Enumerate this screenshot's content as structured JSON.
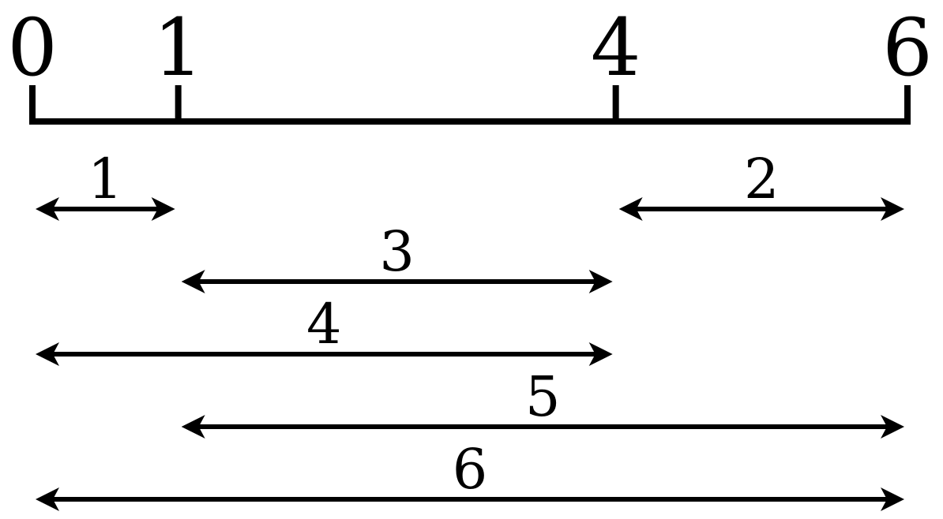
{
  "ruler": {
    "marks": [
      {
        "value": 0,
        "label": "0"
      },
      {
        "value": 1,
        "label": "1"
      },
      {
        "value": 4,
        "label": "4"
      },
      {
        "value": 6,
        "label": "6"
      }
    ]
  },
  "spans": [
    {
      "label": "1",
      "from": 0,
      "to": 1
    },
    {
      "label": "2",
      "from": 4,
      "to": 6
    },
    {
      "label": "3",
      "from": 1,
      "to": 4
    },
    {
      "label": "4",
      "from": 0,
      "to": 4
    },
    {
      "label": "5",
      "from": 1,
      "to": 6
    },
    {
      "label": "6",
      "from": 0,
      "to": 6
    }
  ]
}
